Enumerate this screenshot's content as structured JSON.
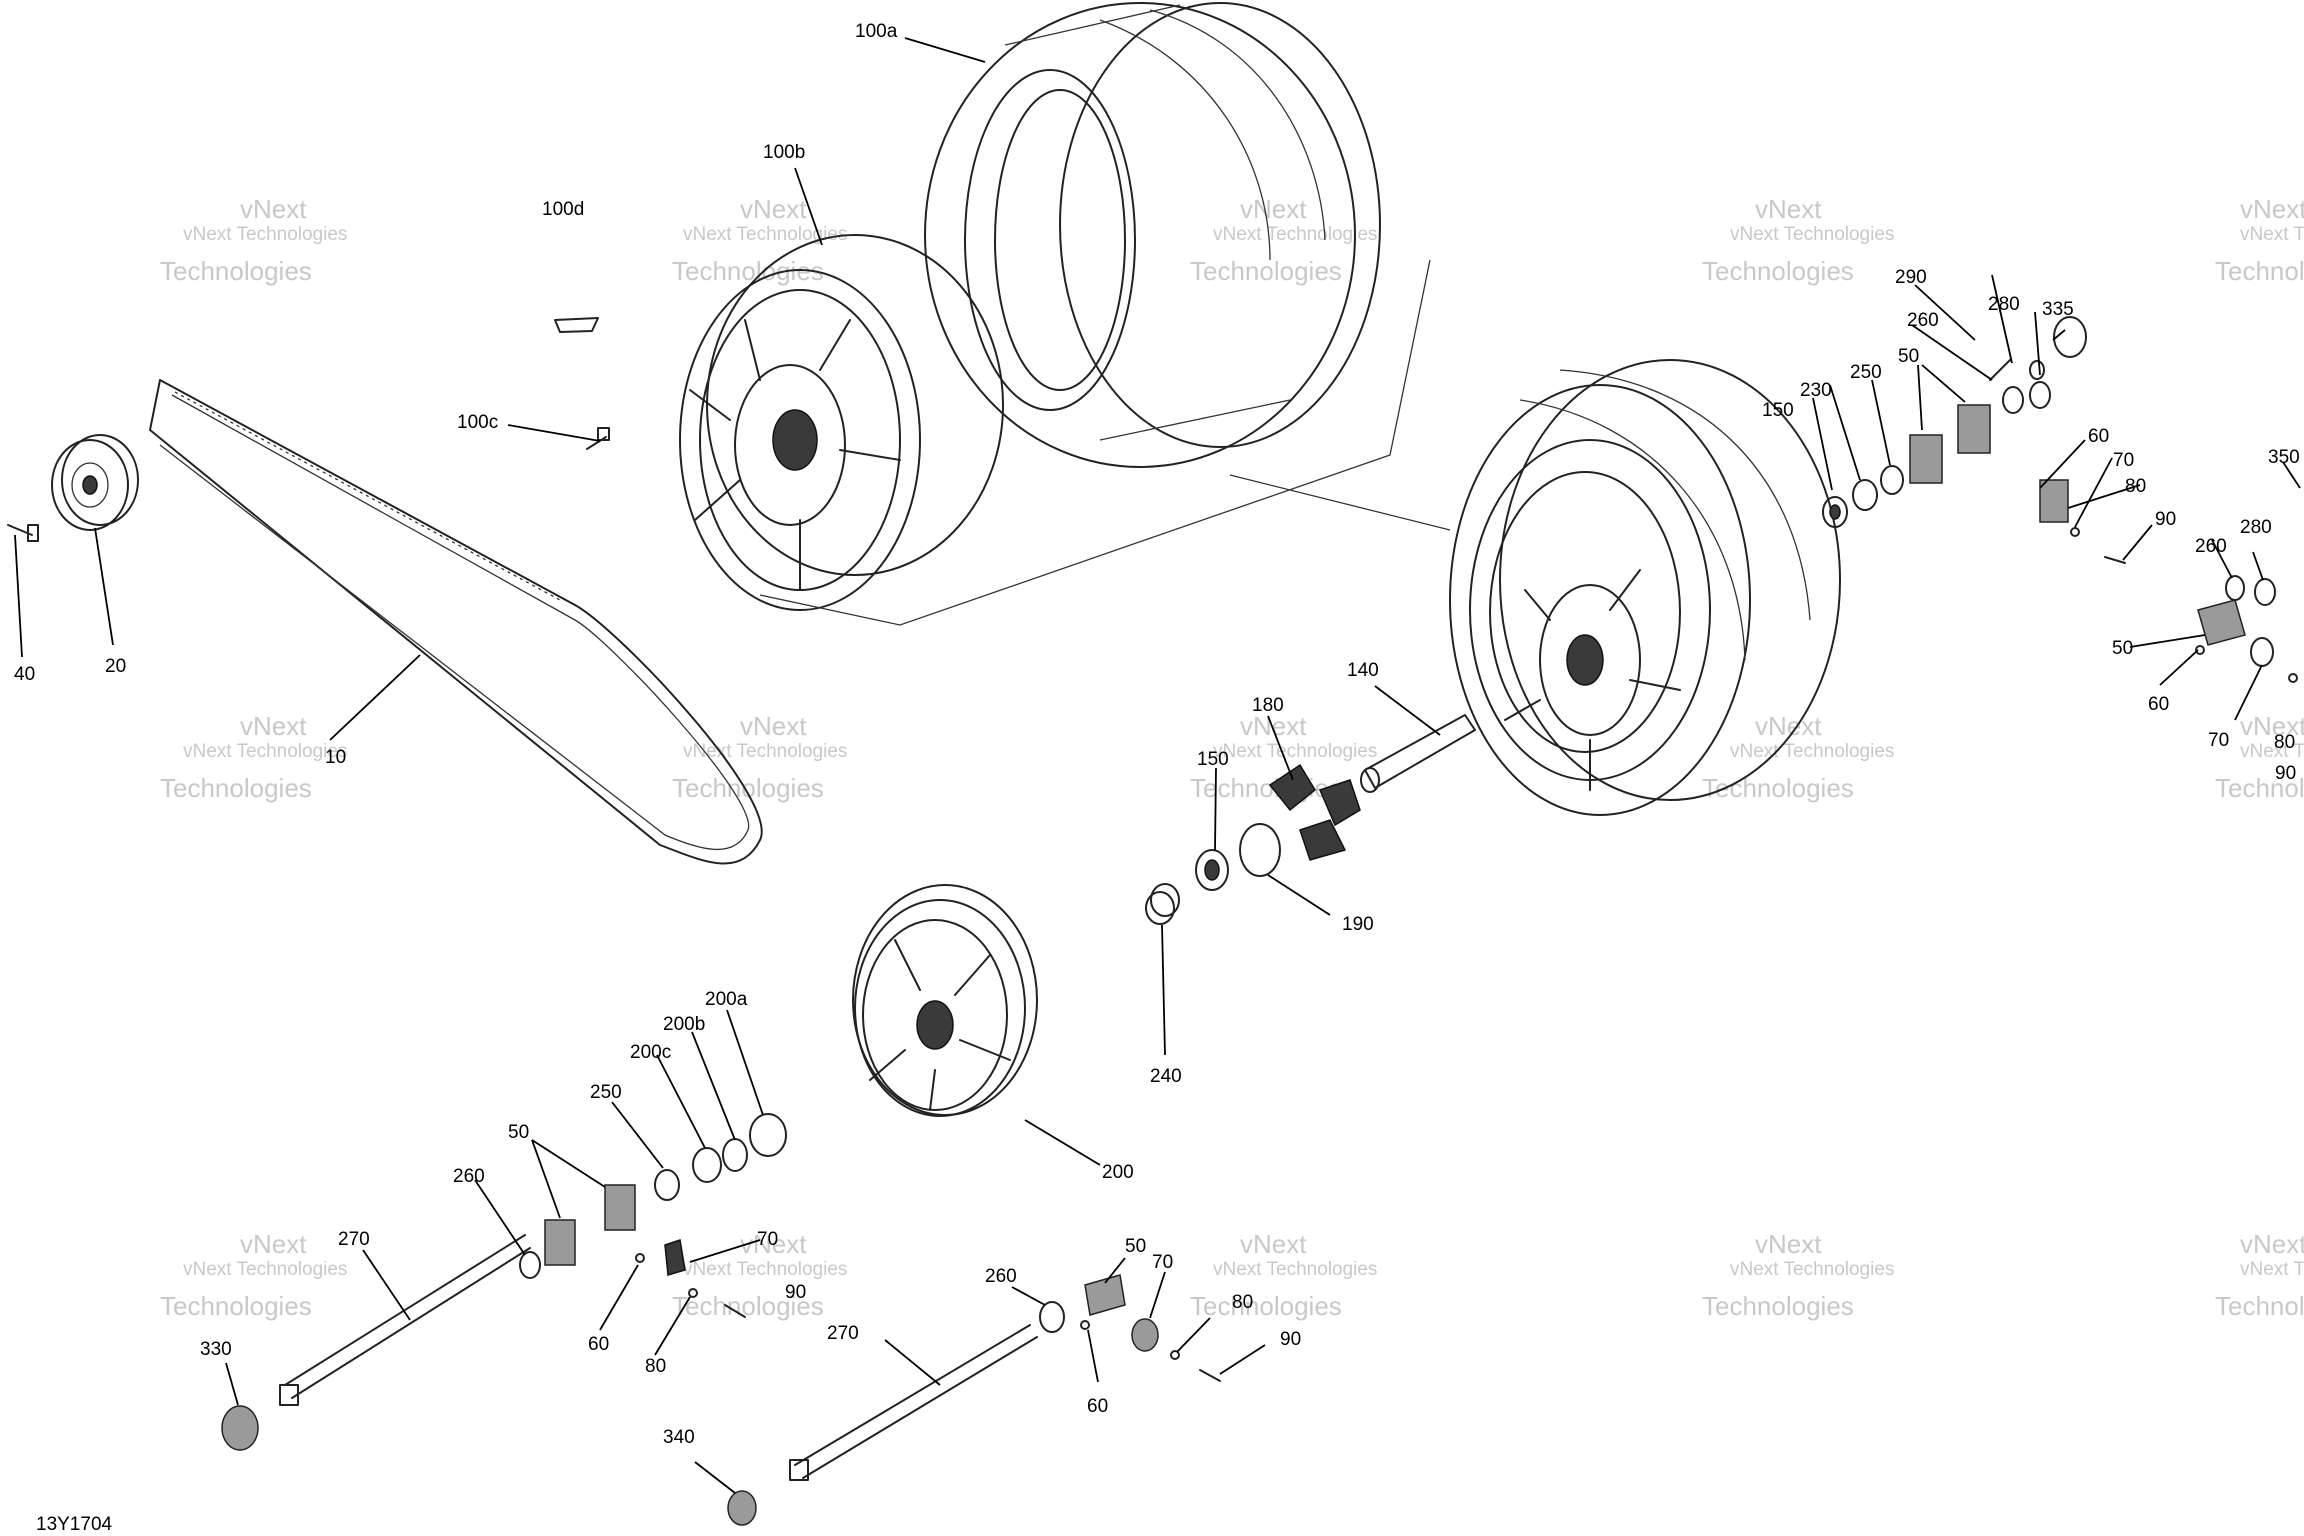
{
  "diagram_code": "13Y1704",
  "watermark": {
    "line1": "vNext",
    "line2": "vNext Technologies",
    "line3": "Technologies"
  },
  "callouts": {
    "c100a": "100a",
    "c100b": "100b",
    "c100d": "100d",
    "c100c": "100c",
    "c40": "40",
    "c20": "20",
    "c10": "10",
    "c290": "290",
    "c280a": "280",
    "c335": "335",
    "c260a": "260",
    "c50a": "50",
    "c230": "230",
    "c250a": "250",
    "c150a": "150",
    "c60a": "60",
    "c70a": "70",
    "c80a": "80",
    "c90a": "90",
    "c350": "350",
    "c280b": "280",
    "c260b": "260",
    "c50b": "50",
    "c60b": "60",
    "c70b": "70",
    "c80b": "80",
    "c90b": "90",
    "c140": "140",
    "c180": "180",
    "c150b": "150",
    "c190": "190",
    "c240": "240",
    "c200": "200",
    "c200a": "200a",
    "c200b": "200b",
    "c200c": "200c",
    "c250b": "250",
    "c50c": "50",
    "c260c": "260",
    "c270a": "270",
    "c60c": "60",
    "c70c": "70",
    "c90c": "90",
    "c80c": "80",
    "c330": "330",
    "c340": "340",
    "c260d": "260",
    "c50d": "50",
    "c70d": "70",
    "c80d": "80",
    "c90d": "90",
    "c270b": "270",
    "c60d": "60"
  }
}
